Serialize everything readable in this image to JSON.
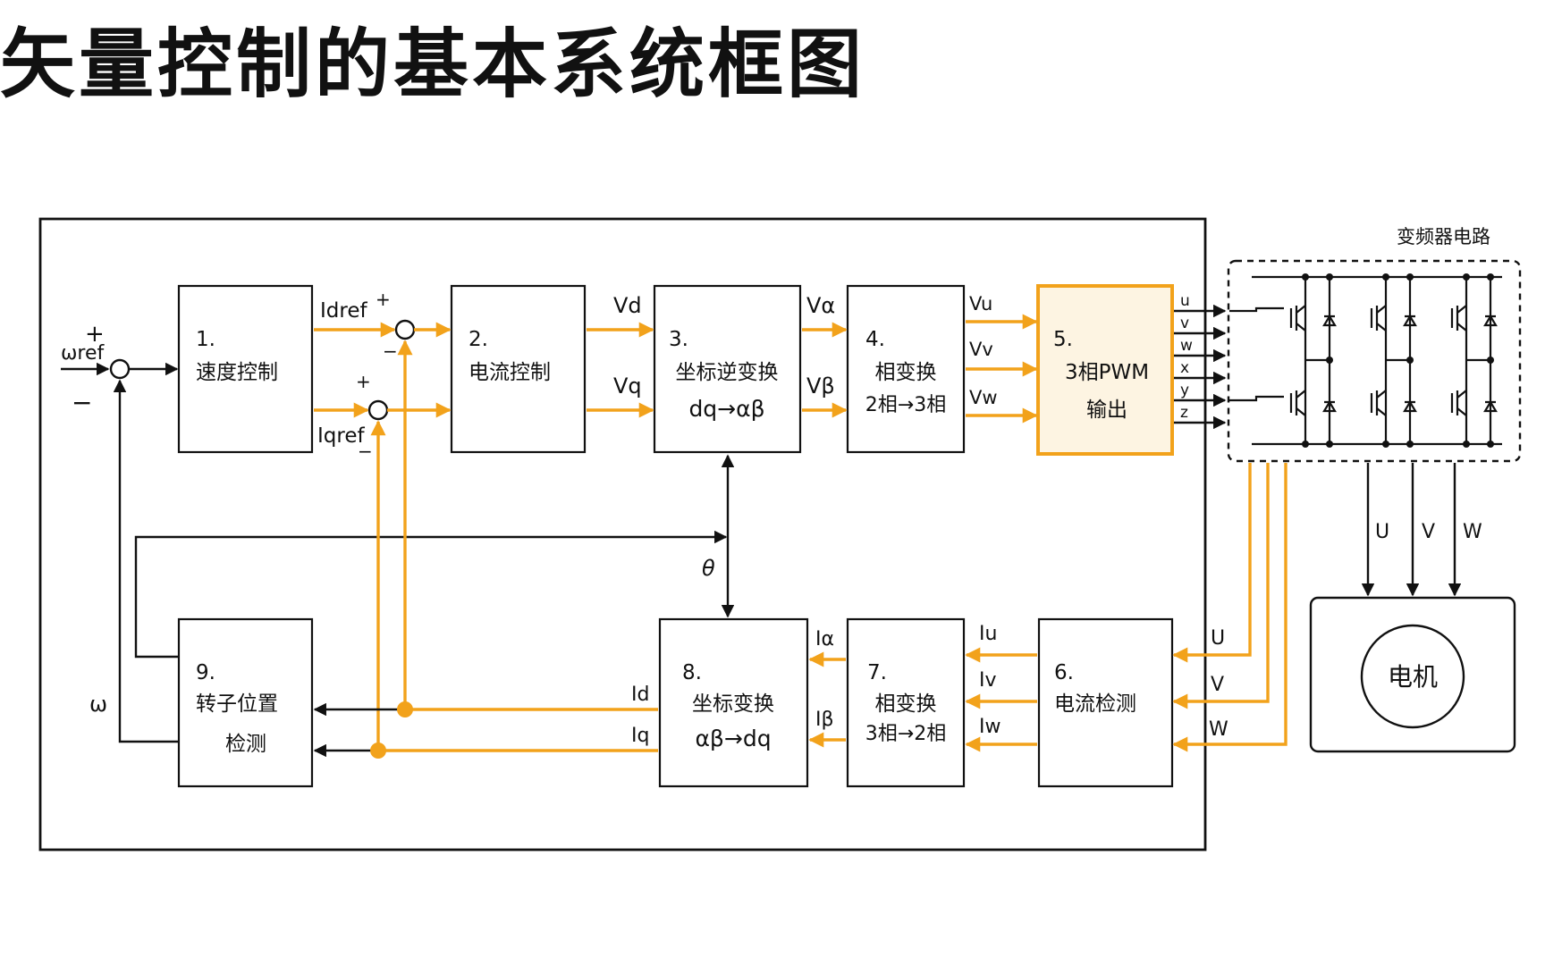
{
  "title": "矢量控制的基本系统框图",
  "colors": {
    "accent": "#f2a21b",
    "pwm_fill": "#fdf4e2",
    "line": "#111111"
  },
  "blocks": {
    "b1": {
      "num": "1.",
      "l1": "速度控制"
    },
    "b2": {
      "num": "2.",
      "l1": "电流控制"
    },
    "b3": {
      "num": "3.",
      "l1": "坐标逆变换",
      "l2": "dq→αβ"
    },
    "b4": {
      "num": "4.",
      "l1": "相变换",
      "l2": "2相→3相"
    },
    "b5": {
      "num": "5.",
      "l1": "3相PWM",
      "l2": "输出"
    },
    "b6": {
      "num": "6.",
      "l1": "电流检测"
    },
    "b7": {
      "num": "7.",
      "l1": "相变换",
      "l2": "3相→2相"
    },
    "b8": {
      "num": "8.",
      "l1": "坐标变换",
      "l2": "αβ→dq"
    },
    "b9": {
      "num": "9.",
      "l1": "转子位置",
      "l2": "检测"
    }
  },
  "signals": {
    "wref": "ωref",
    "plus": "+",
    "minus": "−",
    "idref": "Idref",
    "iqref": "Iqref",
    "vd": "Vd",
    "vq": "Vq",
    "valpha": "Vα",
    "vbeta": "Vβ",
    "vu": "Vu",
    "vv": "Vv",
    "vw": "Vw",
    "pwm_outputs": [
      "u",
      "v",
      "w",
      "x",
      "y",
      "z"
    ],
    "theta": "θ",
    "omega": "ω",
    "id": "Id",
    "iq": "Iq",
    "ialpha": "Iα",
    "ibeta": "Iβ",
    "iu": "Iu",
    "iv": "Iv",
    "iw": "Iw",
    "phase_u": "U",
    "phase_v": "V",
    "phase_w": "W"
  },
  "inverter": {
    "label": "变频器电路"
  },
  "motor": {
    "label": "电机"
  }
}
